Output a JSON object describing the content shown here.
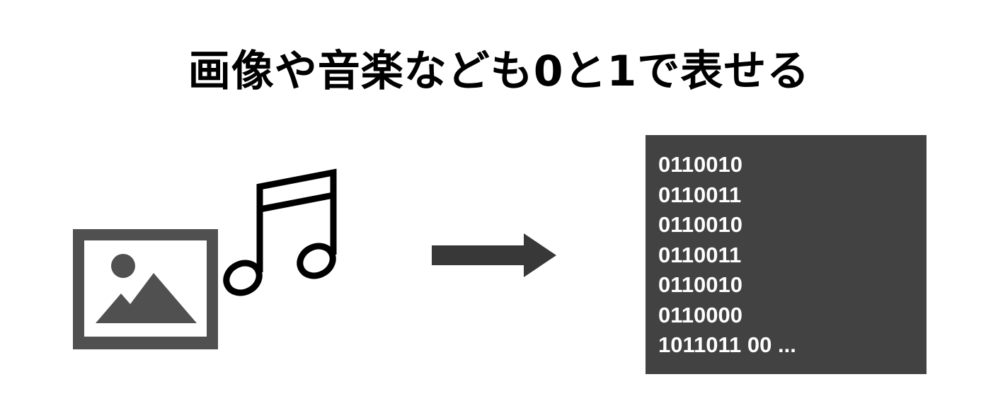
{
  "title": "画像や音楽なども0と1で表せる",
  "icons": {
    "image": "image-icon",
    "music": "music-note-icon",
    "arrow": "right-arrow-icon"
  },
  "colors": {
    "icon_gray": "#505050",
    "panel_background": "#424242",
    "panel_text": "#ffffff",
    "title_text": "#000000"
  },
  "binary_lines": [
    "0110010",
    "0110011",
    "0110010",
    "0110011",
    "0110010",
    "0110000",
    "1011011 00 ..."
  ]
}
